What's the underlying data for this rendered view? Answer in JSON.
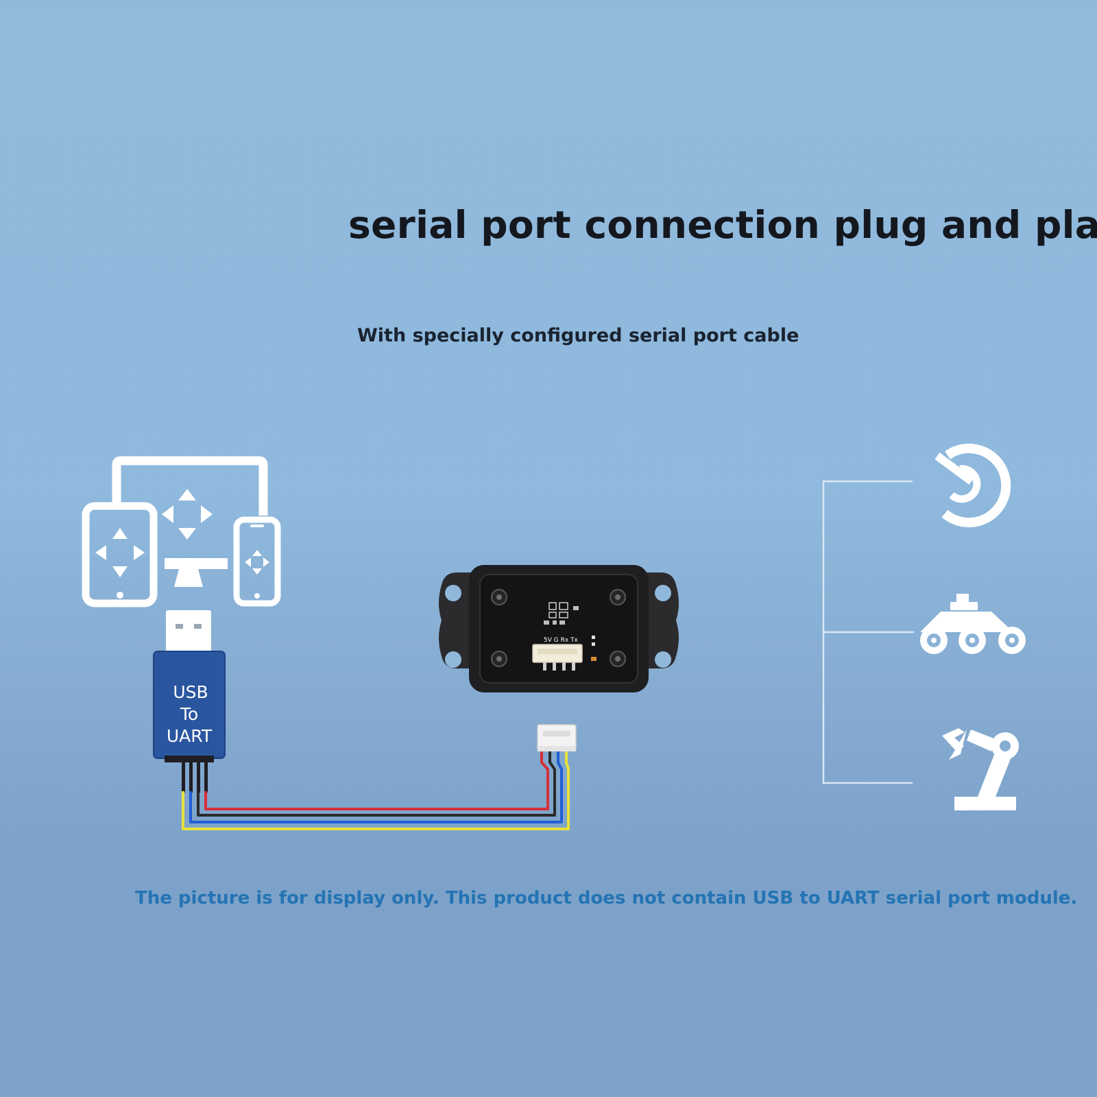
{
  "headline": "serial port connection plug and play",
  "subline": "With specially configured serial port cable",
  "disclaimer": "The picture is for display only. This product does not contain USB to UART serial port module.",
  "usb_module": {
    "line1": "USB",
    "line2": "To",
    "line3": "UART"
  },
  "board_pins": "5V G Rx Tx",
  "colors": {
    "background_top": "#90b9dc",
    "background_bottom": "#7ea3c9",
    "icon_white": "#ffffff",
    "usb_module_blue": "#2a56a0",
    "wire_red": "#d6303a",
    "wire_black": "#2a2a2a",
    "wire_blue": "#1f5fd6",
    "wire_yellow": "#e8e23a",
    "disclaimer_text": "#2474b4"
  },
  "icons": {
    "devices": "devices-icon",
    "usb_plug": "usb-plug-icon",
    "sensor_module": "sensor-module",
    "radar": "radar-icon",
    "robot_vehicle": "robot-vehicle-icon",
    "robot_arm": "robot-arm-icon"
  }
}
